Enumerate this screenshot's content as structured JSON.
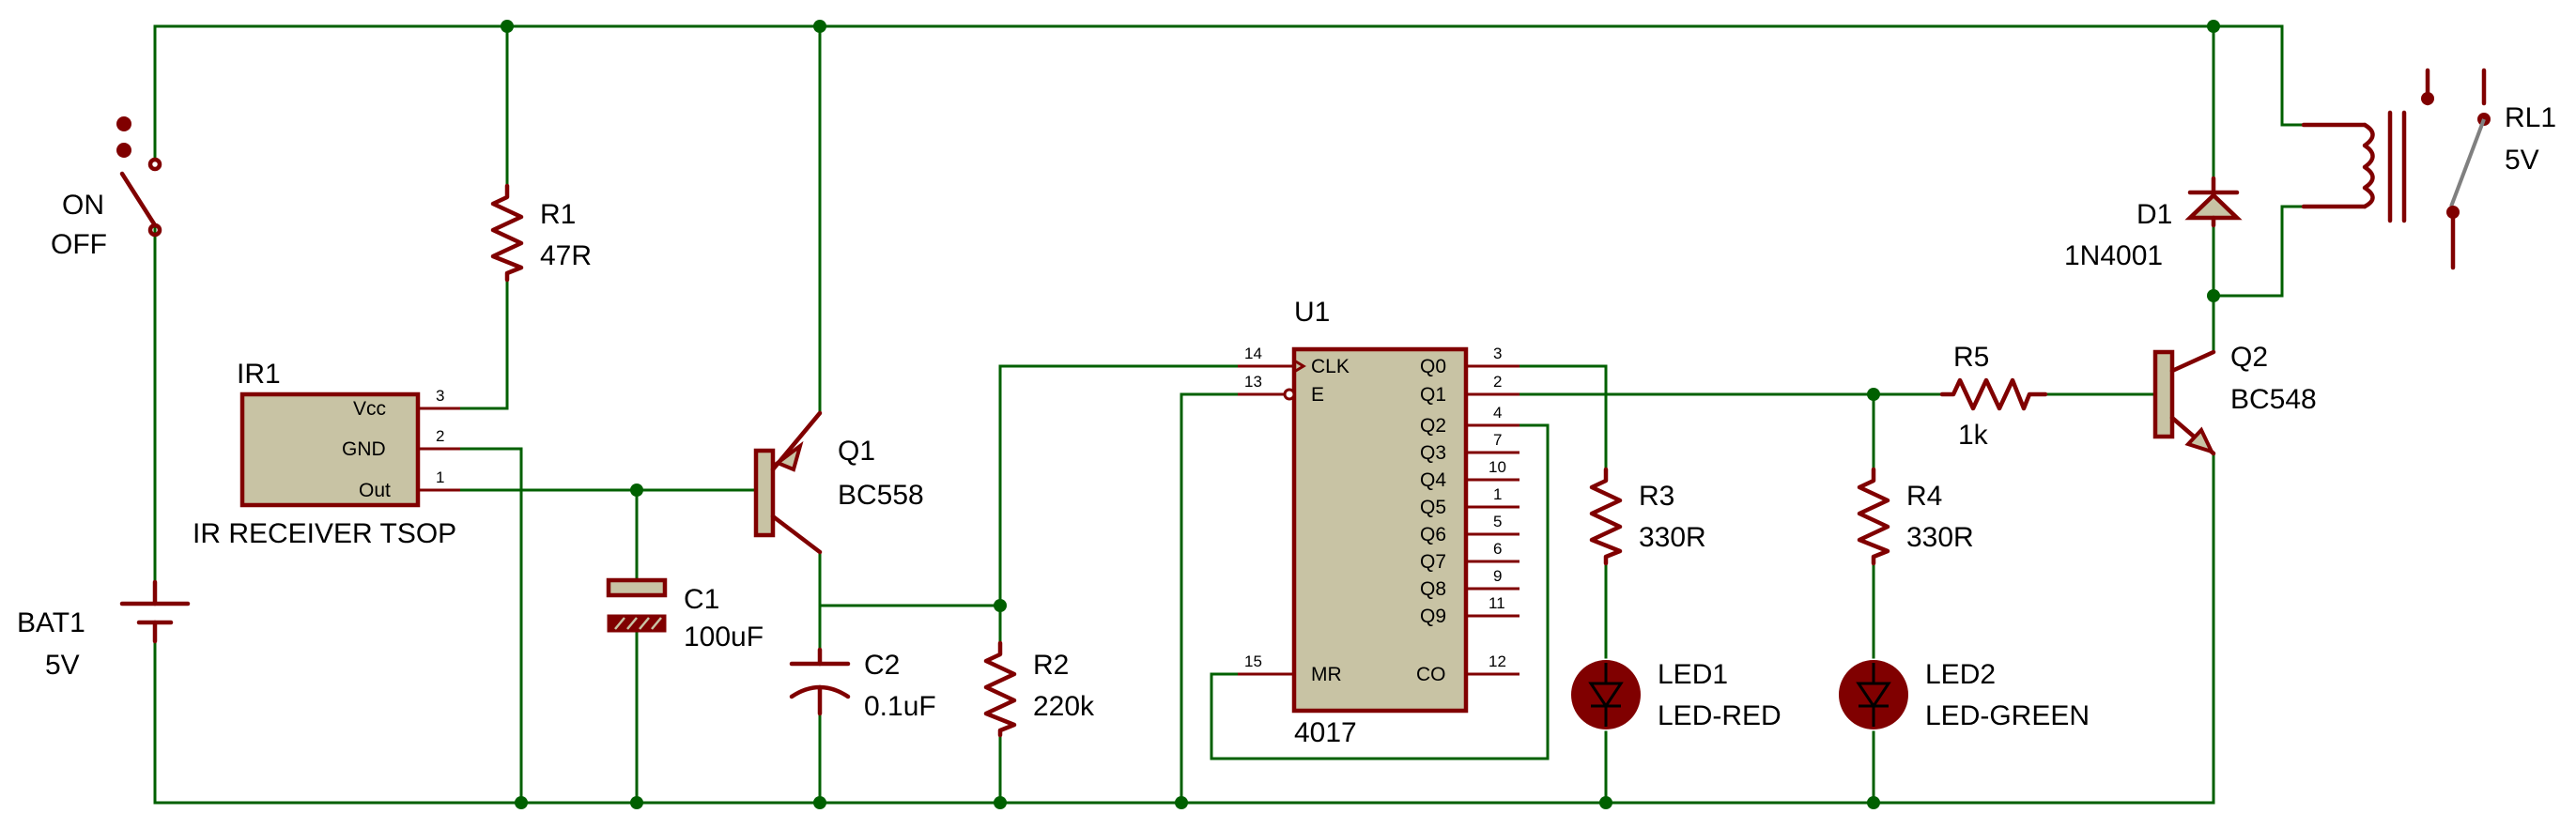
{
  "components": {
    "bat1": {
      "ref": "BAT1",
      "value": "5V"
    },
    "switch": {
      "label_on": "ON",
      "label_off": "OFF"
    },
    "r1": {
      "ref": "R1",
      "value": "47R"
    },
    "ir1": {
      "ref": "IR1",
      "value": "IR RECEIVER TSOP",
      "pins": [
        "Vcc",
        "GND",
        "Out"
      ],
      "pin_numbers": [
        "3",
        "2",
        "1"
      ]
    },
    "c1": {
      "ref": "C1",
      "value": "100uF"
    },
    "q1": {
      "ref": "Q1",
      "value": "BC558"
    },
    "c2": {
      "ref": "C2",
      "value": "0.1uF"
    },
    "r2": {
      "ref": "R2",
      "value": "220k"
    },
    "u1": {
      "ref": "U1",
      "value": "4017",
      "left_pins": [
        {
          "name": "CLK",
          "num": "14"
        },
        {
          "name": "E",
          "num": "13"
        },
        {
          "name": "MR",
          "num": "15"
        }
      ],
      "right_pins": [
        {
          "name": "Q0",
          "num": "3"
        },
        {
          "name": "Q1",
          "num": "2"
        },
        {
          "name": "Q2",
          "num": "4"
        },
        {
          "name": "Q3",
          "num": "7"
        },
        {
          "name": "Q4",
          "num": "10"
        },
        {
          "name": "Q5",
          "num": "1"
        },
        {
          "name": "Q6",
          "num": "5"
        },
        {
          "name": "Q7",
          "num": "6"
        },
        {
          "name": "Q8",
          "num": "9"
        },
        {
          "name": "Q9",
          "num": "11"
        },
        {
          "name": "CO",
          "num": "12"
        }
      ]
    },
    "r3": {
      "ref": "R3",
      "value": "330R"
    },
    "led1": {
      "ref": "LED1",
      "value": "LED-RED"
    },
    "r4": {
      "ref": "R4",
      "value": "330R"
    },
    "led2": {
      "ref": "LED2",
      "value": "LED-GREEN"
    },
    "r5": {
      "ref": "R5",
      "value": "1k"
    },
    "q2": {
      "ref": "Q2",
      "value": "BC548"
    },
    "d1": {
      "ref": "D1",
      "value": "1N4001"
    },
    "rl1": {
      "ref": "RL1",
      "value": "5V"
    }
  },
  "colors": {
    "wire": "#006000",
    "component": "#800000",
    "ic_body": "#c8c3a4",
    "background": "#ffffff"
  }
}
